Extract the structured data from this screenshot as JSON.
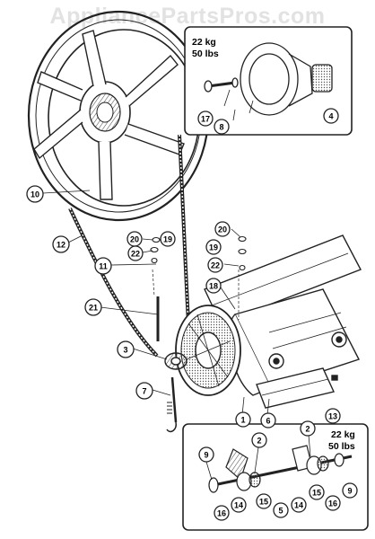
{
  "watermark": "AppliancePartsPros.com",
  "inset_top": {
    "weight_kg": "22 kg",
    "weight_lbs": "50 lbs"
  },
  "inset_bottom": {
    "weight_kg": "22 kg",
    "weight_lbs": "50 lbs"
  },
  "callouts": [
    {
      "id": "c10",
      "label": "10"
    },
    {
      "id": "c12",
      "label": "12"
    },
    {
      "id": "c11",
      "label": "11"
    },
    {
      "id": "c21",
      "label": "21"
    },
    {
      "id": "c3",
      "label": "3"
    },
    {
      "id": "c7",
      "label": "7"
    },
    {
      "id": "c20a",
      "label": "20"
    },
    {
      "id": "c19a",
      "label": "19"
    },
    {
      "id": "c22a",
      "label": "22"
    },
    {
      "id": "c20b",
      "label": "20"
    },
    {
      "id": "c19b",
      "label": "19"
    },
    {
      "id": "c22b",
      "label": "22"
    },
    {
      "id": "c18",
      "label": "18"
    },
    {
      "id": "c17",
      "label": "17"
    },
    {
      "id": "c8",
      "label": "8"
    },
    {
      "id": "c4",
      "label": "4"
    },
    {
      "id": "c1",
      "label": "1"
    },
    {
      "id": "c6",
      "label": "6"
    },
    {
      "id": "c13",
      "label": "13"
    },
    {
      "id": "c9a",
      "label": "9"
    },
    {
      "id": "c2a",
      "label": "2"
    },
    {
      "id": "c2b",
      "label": "2"
    },
    {
      "id": "c9b",
      "label": "9"
    },
    {
      "id": "c16a",
      "label": "16"
    },
    {
      "id": "c14a",
      "label": "14"
    },
    {
      "id": "c15a",
      "label": "15"
    },
    {
      "id": "c5",
      "label": "5"
    },
    {
      "id": "c14b",
      "label": "14"
    },
    {
      "id": "c15b",
      "label": "15"
    },
    {
      "id": "c16b",
      "label": "16"
    }
  ]
}
